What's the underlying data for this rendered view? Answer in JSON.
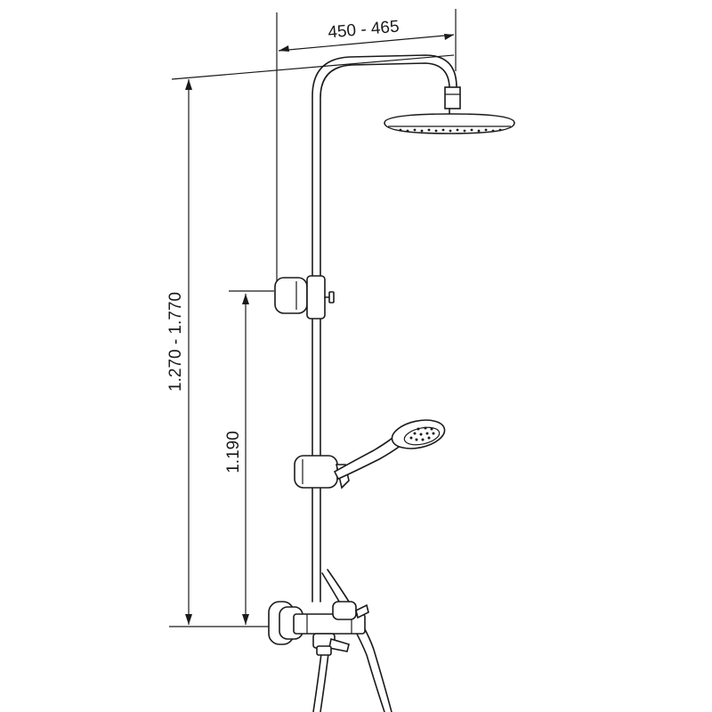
{
  "dimensions": {
    "arm_reach": "450 - 465",
    "total_height": "1.270 - 1.770",
    "holder_height": "1.190"
  },
  "colors": {
    "line": "#1a1a1a",
    "background": "#ffffff"
  }
}
